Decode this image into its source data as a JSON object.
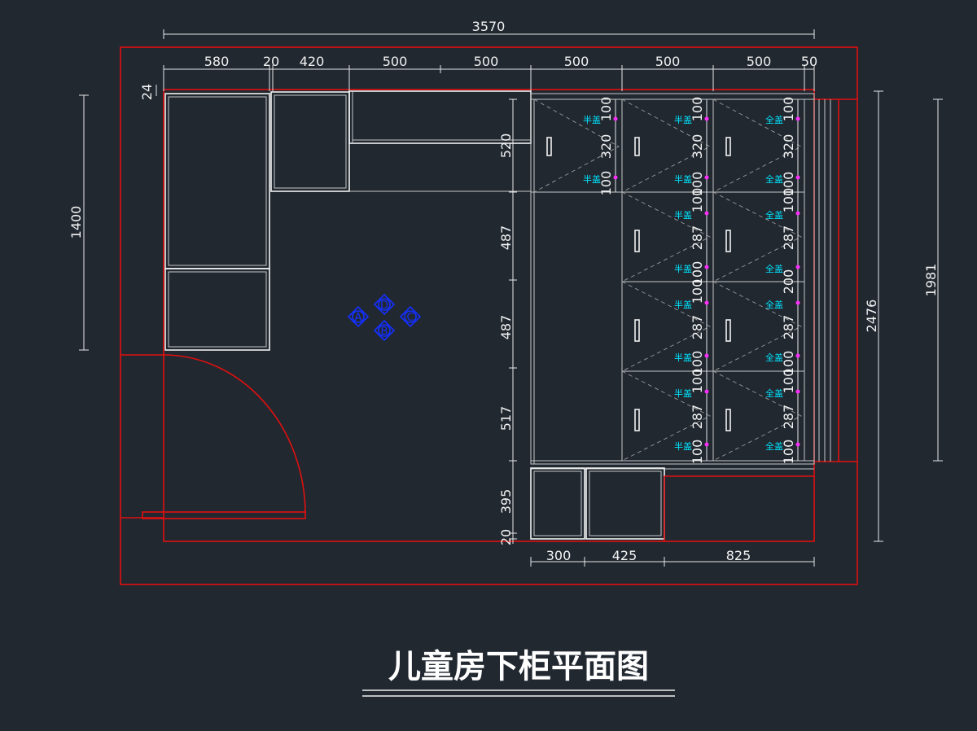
{
  "title": "儿童房下柜平面图",
  "dims": {
    "total_width": "3570",
    "top_segments": [
      "580",
      "20",
      "420",
      "500",
      "500",
      "500",
      "500",
      "500",
      "50"
    ],
    "top_offset": "24",
    "left_height": "1400",
    "right_total": "2476",
    "right_cabinet": "1981",
    "vertical_segments": [
      "520",
      "487",
      "487",
      "517",
      "395",
      "20"
    ],
    "bottom_segments": [
      "300",
      "425",
      "825"
    ],
    "cabinet_col_dims": [
      "100",
      "320",
      "100",
      "100",
      "287",
      "100",
      "100",
      "287",
      "100",
      "100",
      "287",
      "100"
    ],
    "cabinet_col_dims_c3": [
      "100",
      "320",
      "100",
      "100",
      "287",
      "200",
      "287",
      "100",
      "100",
      "287",
      "100"
    ]
  },
  "labels": {
    "half": "半盖",
    "full": "全盖"
  },
  "view_marker": {
    "a": "A",
    "b": "B",
    "c": "C",
    "d": "D"
  }
}
